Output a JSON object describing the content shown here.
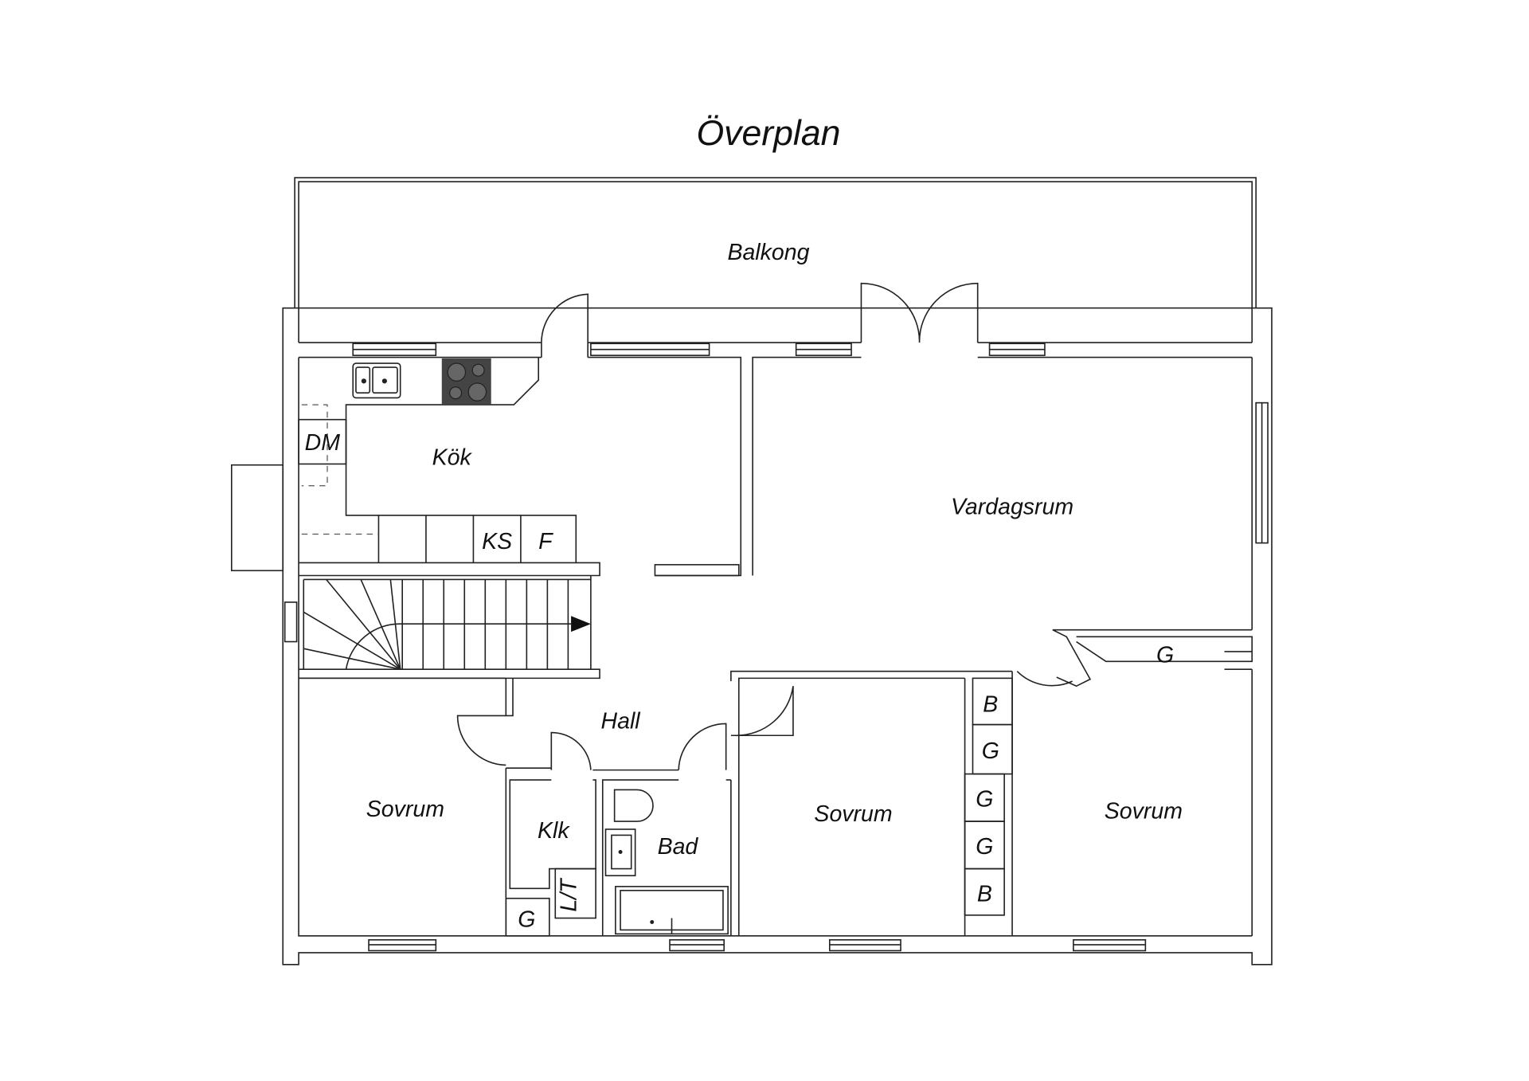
{
  "title": "Överplan",
  "rooms": {
    "balcony": "Balkong",
    "kitchen": "Kök",
    "dishwasher": "DM",
    "fridge_freezer": "KS",
    "freezer": "F",
    "living_room": "Vardagsrum",
    "hall": "Hall",
    "bedroom_left": "Sovrum",
    "bedroom_middle": "Sovrum",
    "bedroom_right": "Sovrum",
    "walk_in_closet": "Klk",
    "bathroom": "Bad",
    "linen": "L/T",
    "wardrobe_hall": "G",
    "wardrobe_living": "G",
    "closet_1": "B",
    "closet_2": "G",
    "closet_3": "G",
    "closet_4": "G",
    "closet_5": "B"
  }
}
